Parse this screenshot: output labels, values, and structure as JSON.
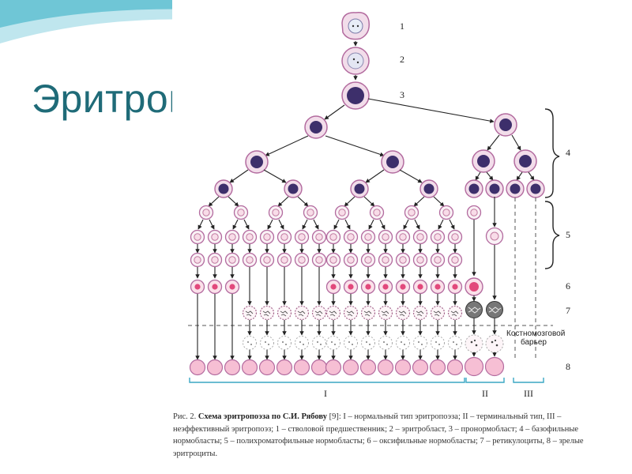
{
  "slide": {
    "title": "Эритропоэз",
    "accent_colors": [
      "#1f6b78",
      "#6fc6d6",
      "#bfe6ee"
    ]
  },
  "diagram": {
    "level_labels": [
      "1",
      "2",
      "3",
      "4",
      "5",
      "6",
      "7",
      "8"
    ],
    "type_labels": [
      "I",
      "II",
      "III"
    ],
    "barrier_label_line1": "Костномозговой",
    "barrier_label_line2": "барьер",
    "colors": {
      "membrane": "#b36b9f",
      "stem_fill": "#f2ddea",
      "nucleus_dark": "#3d2f6b",
      "mature_fill": "#f6bfd4",
      "normoblast_nucleus": "#e2497c",
      "bracket": "#3aa7c4"
    }
  },
  "caption": {
    "prefix": "Рис. 2.",
    "bold": "Схема эритропоэза по С.И. Рябову",
    "text": " [9]: I – нормальный тип эритропоэза; II – терминальный тип, III – неэффективный эритропоэз; 1 – стволовой предшественник; 2 – эритробласт, 3 – пронормобласт; 4 – базофильные нормобласты; 5 – полихроматофильные нормобласты; 6 – оксифильные нормобласты; 7 – ретикулоциты, 8 – зрелые эритроциты."
  }
}
